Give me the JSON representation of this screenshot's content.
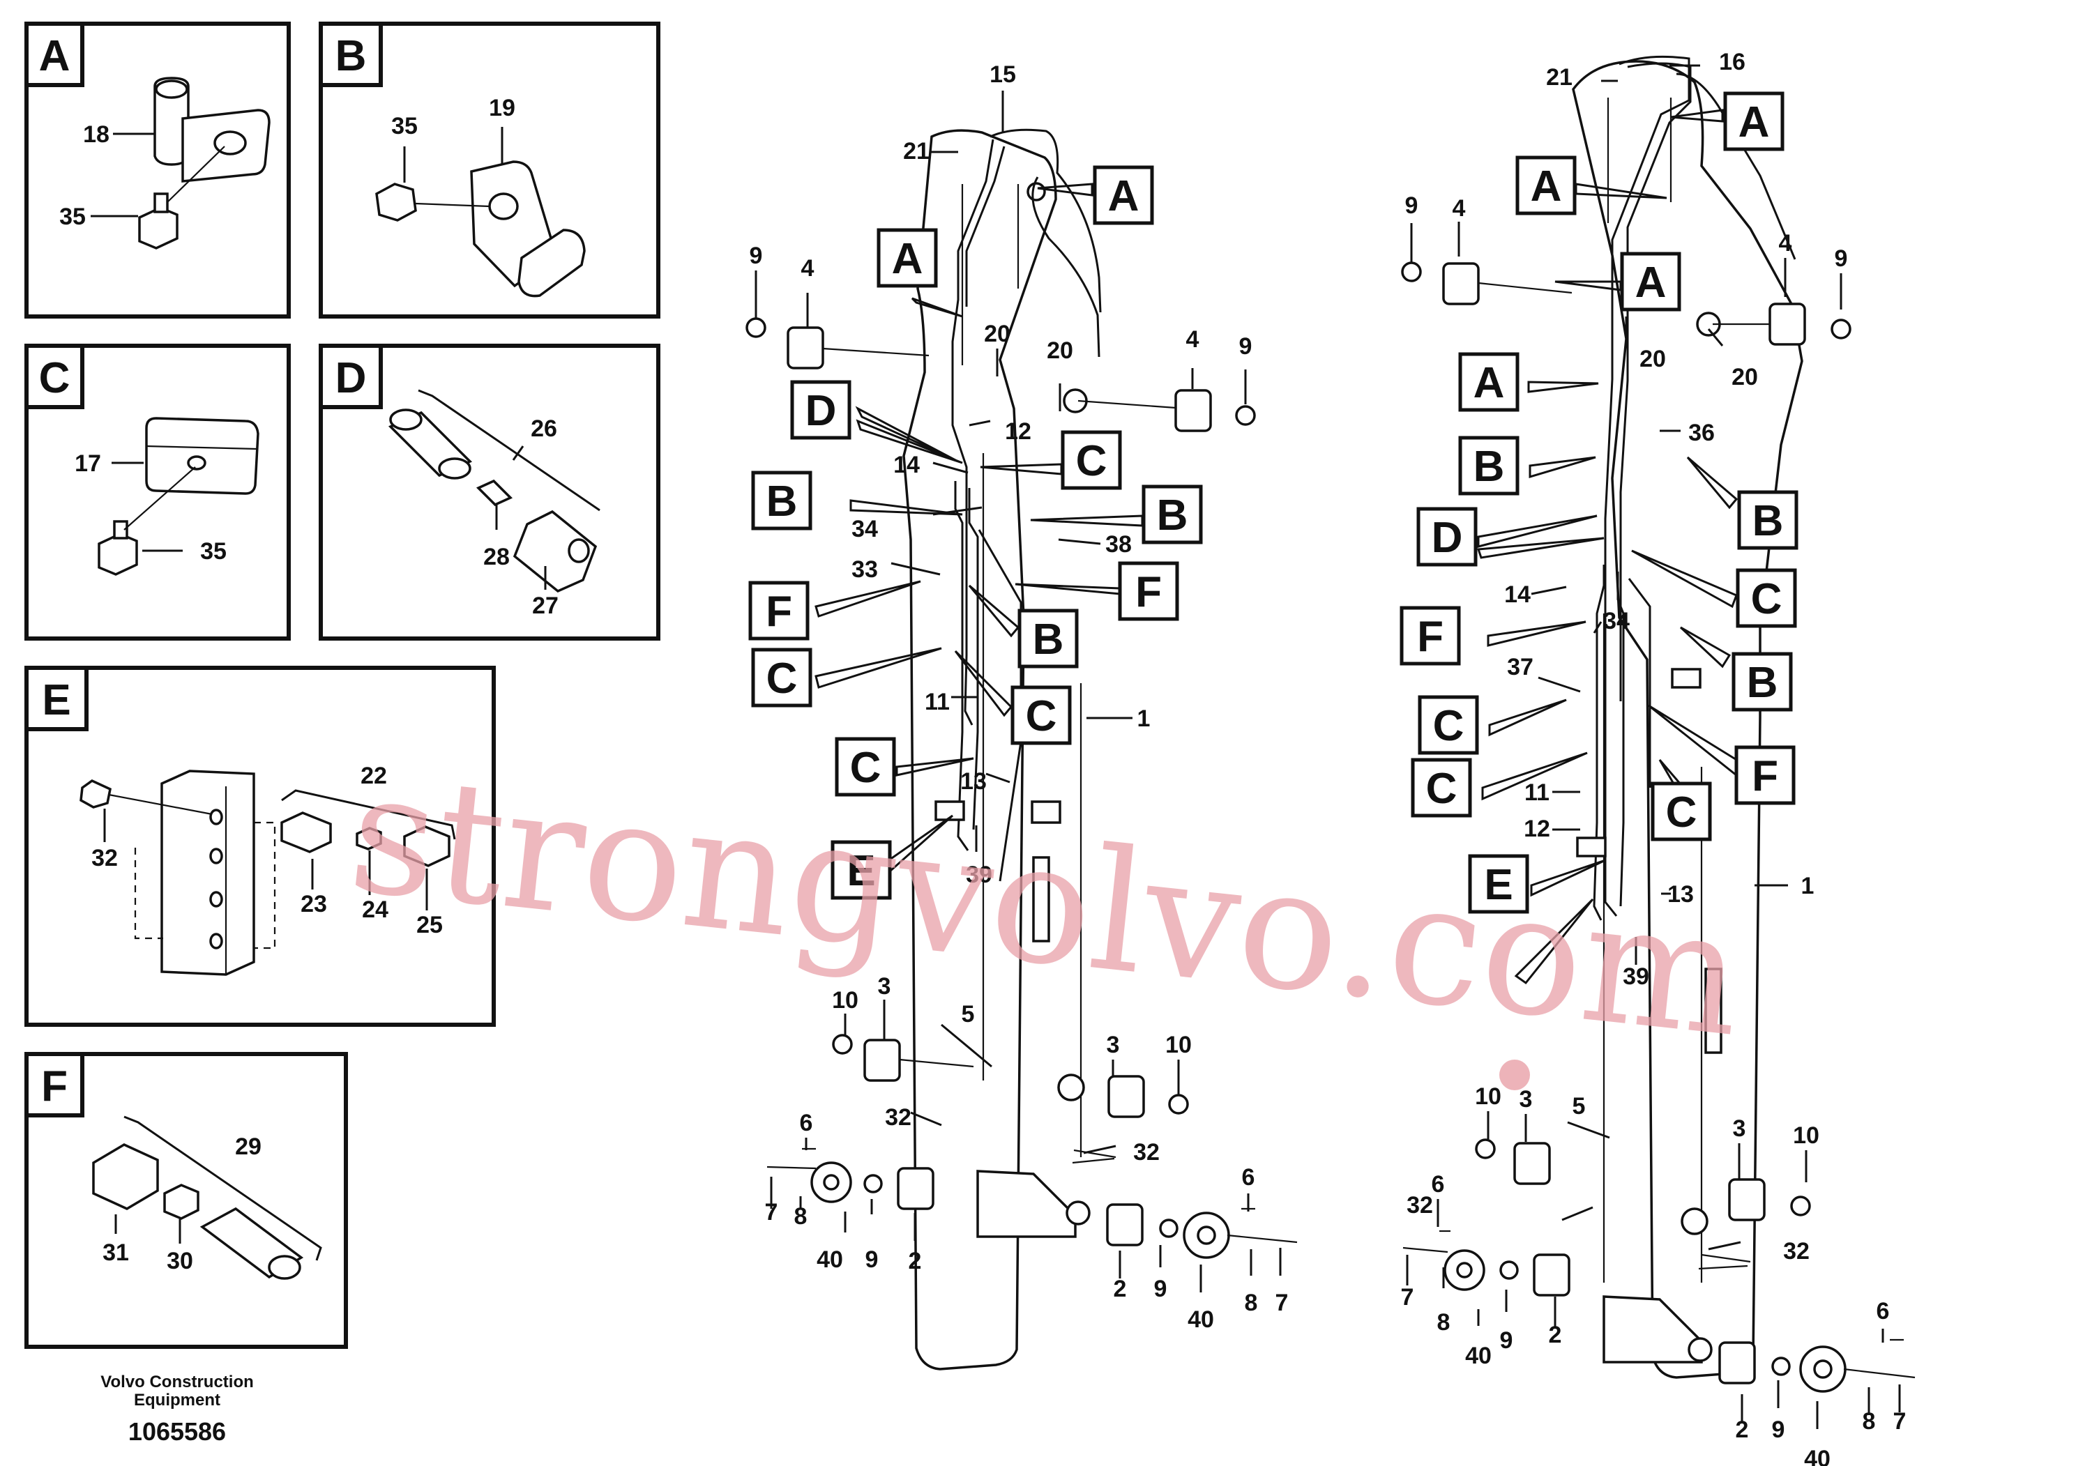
{
  "panels": [
    {
      "letter": "A",
      "labels": [
        "18",
        "35"
      ]
    },
    {
      "letter": "B",
      "labels": [
        "35",
        "19"
      ]
    },
    {
      "letter": "C",
      "labels": [
        "17",
        "35"
      ]
    },
    {
      "letter": "D",
      "labels": [
        "26",
        "28",
        "27"
      ]
    },
    {
      "letter": "E",
      "labels": [
        "22",
        "32",
        "23",
        "24",
        "25"
      ]
    },
    {
      "letter": "F",
      "labels": [
        "29",
        "31",
        "30"
      ]
    }
  ],
  "footer": {
    "company_line1": "Volvo Construction",
    "company_line2": "Equipment",
    "drawing_number": "1065586"
  },
  "watermark": "strongvolvo.com",
  "left_boom": {
    "tags": [
      "A",
      "A",
      "D",
      "C",
      "B",
      "B",
      "F",
      "F",
      "B",
      "C",
      "C",
      "C",
      "E"
    ],
    "labels": [
      "15",
      "21",
      "9",
      "4",
      "20",
      "20",
      "4",
      "9",
      "12",
      "14",
      "34",
      "38",
      "33",
      "11",
      "1",
      "13",
      "39",
      "10",
      "3",
      "5",
      "3",
      "10",
      "6",
      "32",
      "32",
      "7",
      "8",
      "40",
      "9",
      "2",
      "2",
      "9",
      "40",
      "8",
      "7",
      "6"
    ]
  },
  "right_boom": {
    "tags": [
      "A",
      "A",
      "A",
      "A",
      "B",
      "D",
      "C",
      "B",
      "B",
      "F",
      "F",
      "C",
      "C",
      "C",
      "E"
    ],
    "labels": [
      "16",
      "21",
      "9",
      "4",
      "4",
      "9",
      "20",
      "20",
      "36",
      "14",
      "34",
      "37",
      "11",
      "12",
      "1",
      "13",
      "39",
      "10",
      "3",
      "5",
      "3",
      "10",
      "32",
      "6",
      "32",
      "7",
      "8",
      "40",
      "9",
      "2",
      "2",
      "9",
      "40",
      "8",
      "7",
      "6"
    ]
  }
}
